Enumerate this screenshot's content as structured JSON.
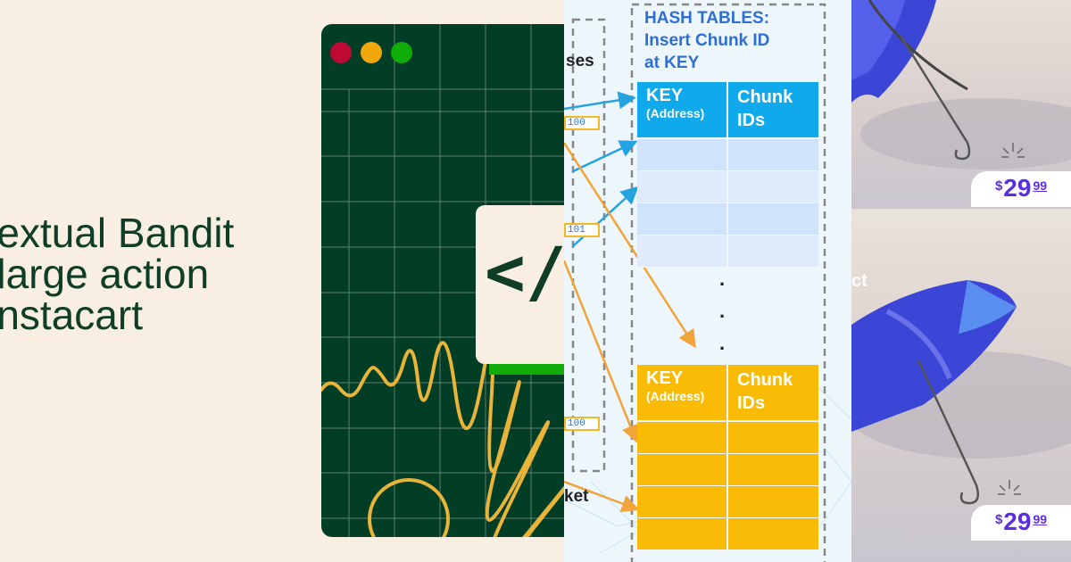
{
  "title": {
    "lines": [
      "ntextual Bandit",
      "n large action",
      "t Instacart"
    ]
  },
  "code_window": {
    "glyph": "</",
    "dots": [
      "#bc0a35",
      "#f0a70c",
      "#10ad0a"
    ]
  },
  "hash_diagram": {
    "title_lines": [
      "HASH TABLES:",
      "Insert Chunk ID",
      "at KEY"
    ],
    "fragments": {
      "ses": "ses",
      "ket": "ket"
    },
    "addresses": [
      "100",
      "101",
      "100"
    ],
    "table_top": {
      "key_label": "KEY",
      "key_sub": "(Address)",
      "ids_label": [
        "Chunk",
        "IDs"
      ],
      "color": "#10a9eb",
      "row_color": "#cfe3fb"
    },
    "table_bottom": {
      "key_label": "KEY",
      "key_sub": "(Address)",
      "ids_label": [
        "Chunk",
        "IDs"
      ],
      "color": "#f9bb06"
    },
    "ellipsis": "."
  },
  "ads": {
    "prices": [
      {
        "currency": "$",
        "main": "29",
        "cents": "99"
      },
      {
        "currency": "$",
        "main": "29",
        "cents": "99"
      }
    ],
    "fragment": "ct",
    "accent": "#5a2ee6"
  }
}
